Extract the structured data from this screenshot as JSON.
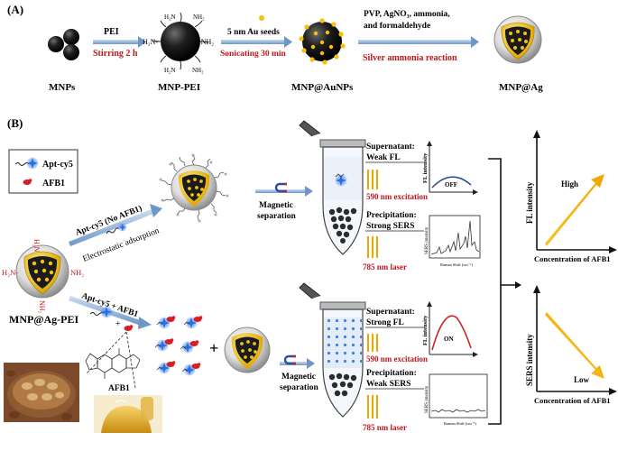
{
  "panel_a": {
    "label": "(A)",
    "nodes": [
      "MNPs",
      "MNP-PEI",
      "MNP@AuNPs",
      "MNP@Ag"
    ],
    "amine_labels": [
      "H₂N",
      "NH₂",
      "H₂N-",
      "-NH₂",
      "H₂N",
      "NH₂"
    ],
    "step1": {
      "top": "PEI",
      "bottom": "Stirring 2 h"
    },
    "step2": {
      "top": "5 nm Au seeds",
      "bottom": "Sonicating 30 min"
    },
    "step3": {
      "top_line1": "PVP, AgNO₃, ammonia,",
      "top_line2": "and formaldehyde",
      "bottom": "Silver ammonia reaction"
    }
  },
  "panel_b": {
    "label": "(B)",
    "legend": [
      {
        "label": "Apt-cy5",
        "icon": "aptamer-cy5-icon"
      },
      {
        "label": "AFB1",
        "icon": "afb1-molecule-icon"
      }
    ],
    "probe": {
      "name": "MNP@Ag-PEI",
      "amines": [
        "H₂N",
        "H₂N-",
        "NH₂",
        "NH₂"
      ]
    },
    "upper_path": {
      "condition": "Apt-cy5 (No AFB1)",
      "mechanism": "Electrostatic adsorption",
      "separation_line1": "Magnetic",
      "separation_line2": "separation",
      "supernatant_line1": "Supernatant:",
      "supernatant_line2": "Weak FL",
      "excitation": "590 nm excitation",
      "precipitation_line1": "Precipitation:",
      "precipitation_line2": "Strong SERS",
      "laser": "785 nm laser",
      "fl_ylabel": "FL intensity",
      "fl_state": "OFF",
      "sers_ylabel": "SERS intensity",
      "sers_xlabel": "Raman Shift (cm⁻¹)"
    },
    "lower_path": {
      "condition": "Apt-cy5 + AFB1",
      "plus": "+",
      "afb1_label": "AFB1",
      "separation_line1": "Magnetic",
      "separation_line2": "separation",
      "supernatant_line1": "Supernatant:",
      "supernatant_line2": "Strong FL",
      "excitation": "590 nm excitation",
      "precipitation_line1": "Precipitation:",
      "precipitation_line2": "Weak SERS",
      "laser": "785 nm laser",
      "fl_ylabel": "FL intensity",
      "fl_state": "ON",
      "sers_ylabel": "SERS intensity",
      "sers_xlabel": "Raman Shift (cm⁻¹)"
    },
    "result_plots": [
      {
        "ylabel": "FL intensity",
        "xlabel": "Concentration of AFB1",
        "annotation": "High"
      },
      {
        "ylabel": "SERS intensity",
        "xlabel": "Concentration of AFB1",
        "annotation": "Low"
      }
    ],
    "colors": {
      "red_text": "#c0161b",
      "arrow_blue": "#7da3cf",
      "fluor_blue": "#2a6fdb",
      "result_gold": "#f2b40c",
      "fl_curve": "#c7252a",
      "off_curve": "#2f4f8f"
    }
  }
}
